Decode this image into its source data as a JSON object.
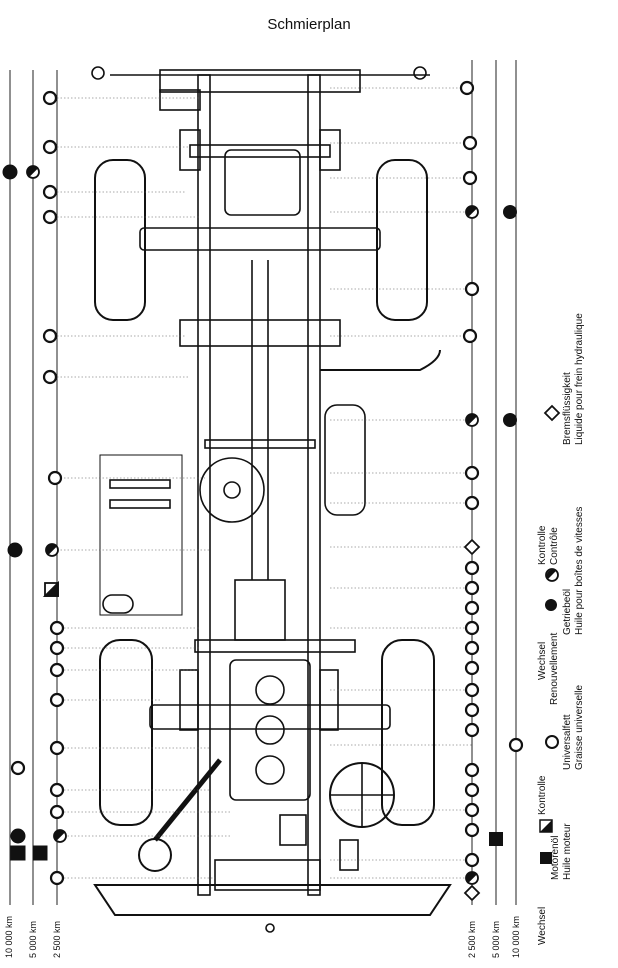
{
  "title": "Schmierplan",
  "km_labels": {
    "left_10000": "10 000 km",
    "left_5000": "5 000 km",
    "left_2500": "2 500 km",
    "right_2500": "2 500 km",
    "right_5000": "5 000 km",
    "right_10000": "10 000 km"
  },
  "legend": {
    "wechsel_de": "Wechsel",
    "wechsel_fr": "Renouvellement",
    "kontrolle_de": "Kontrolle",
    "kontrolle_fr": "Contrôle",
    "motorenoel_de": "Motorenöl",
    "motorenoel_fr": "Huile moteur",
    "universalfett_de": "Universalfett",
    "universalfett_fr": "Graisse universelle",
    "getriebeoel_de": "Getriebeöl",
    "getriebeoel_fr": "Huile pour boîtes de vitesses",
    "bremsfluessigkeit_de": "Bremsflüssigkeit",
    "bremsfluessigkeit_fr": "Liquide pour frein hydraulique"
  },
  "colors": {
    "ink": "#111111",
    "paper": "#ffffff",
    "leader": "#555555"
  }
}
